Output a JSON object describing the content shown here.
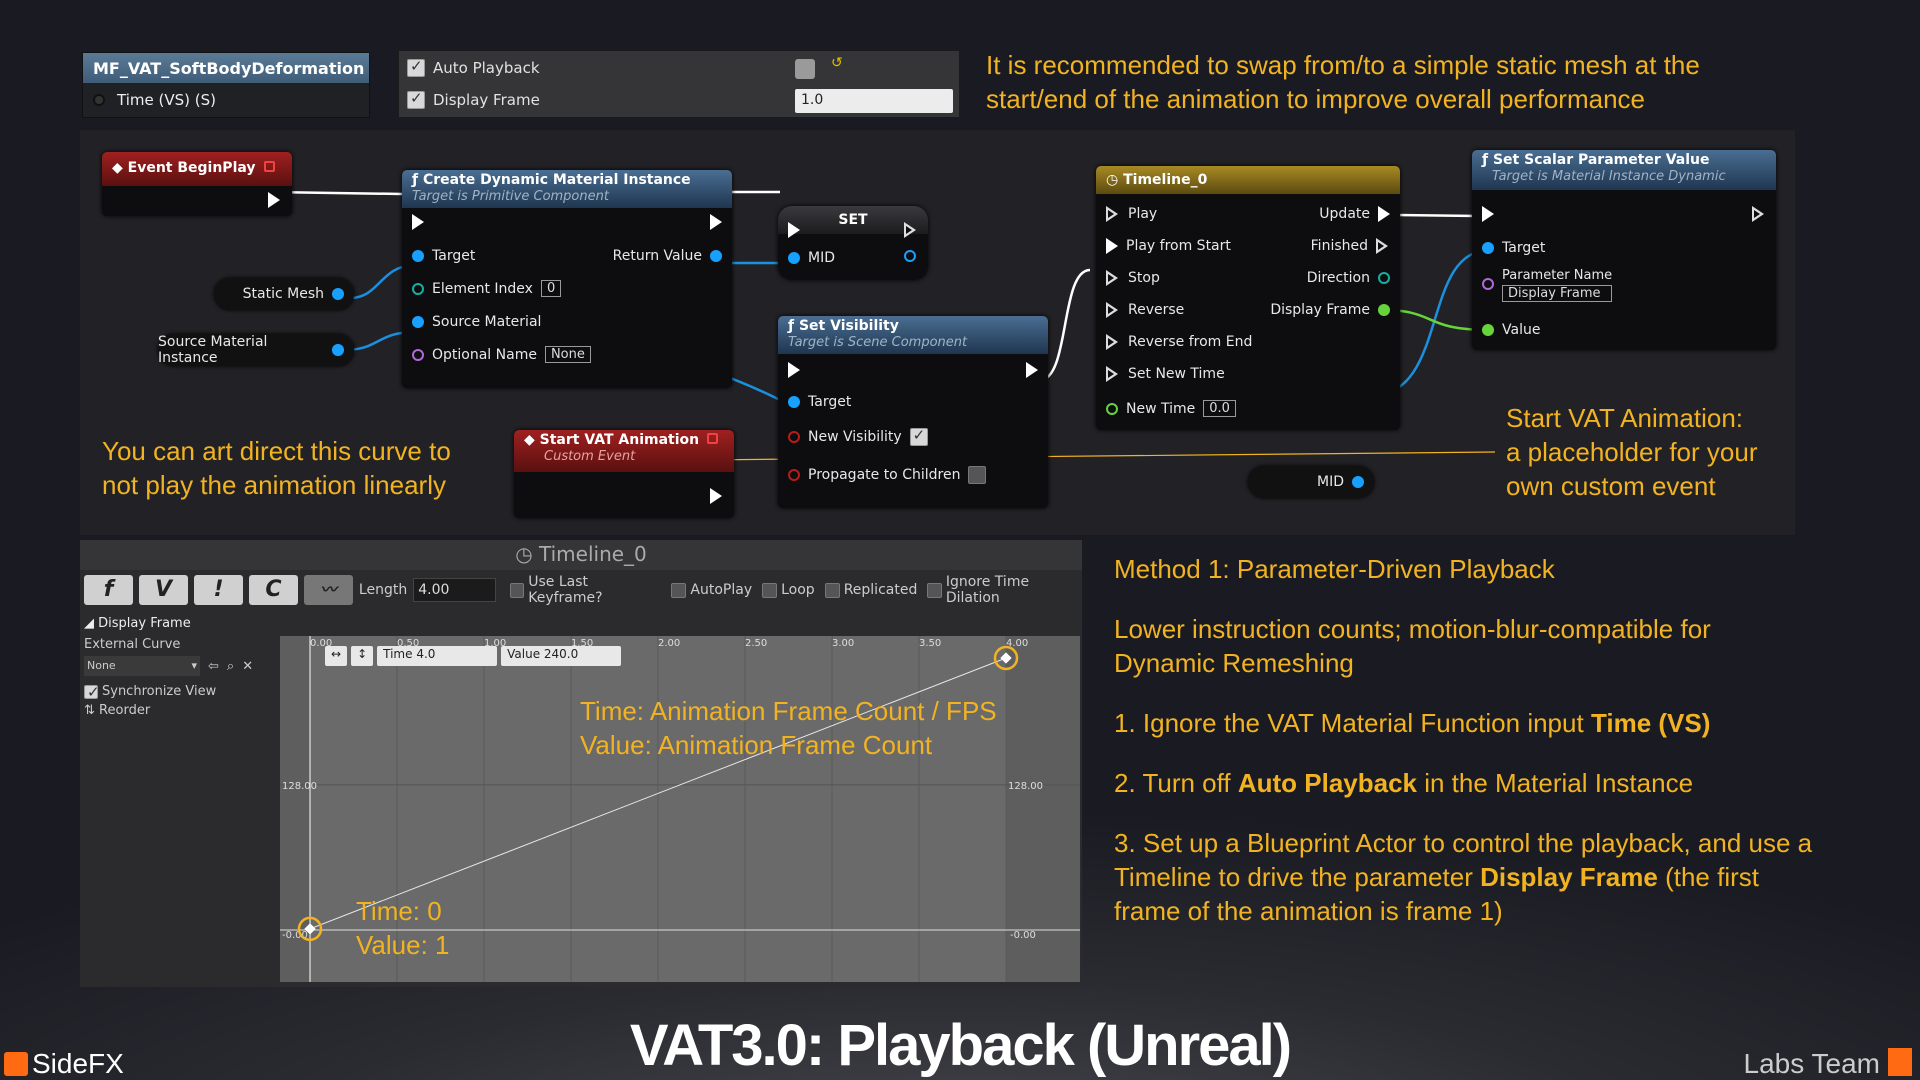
{
  "material_function": {
    "name": "MF_VAT_SoftBodyDeformation",
    "input": "Time (VS) (S)"
  },
  "params": {
    "auto_playback": {
      "label": "Auto Playback",
      "checked": true,
      "override": false
    },
    "display_frame": {
      "label": "Display Frame",
      "checked": true,
      "value": "1.0"
    }
  },
  "notes": {
    "top": [
      "It is recommended to swap from/to a simple static mesh at the",
      "start/end of the animation to improve overall performance"
    ],
    "curve": [
      "You can art direct this curve to",
      "not play the animation linearly"
    ],
    "custom": [
      "Start VAT Animation:",
      "a placeholder for your",
      "own custom event"
    ],
    "curve_info": [
      "Time: Animation Frame Count / FPS",
      "Value: Animation Frame Count"
    ],
    "key0": [
      "Time: 0",
      "Value: 1"
    ]
  },
  "graph": {
    "begin_play": {
      "title": "Event BeginPlay"
    },
    "create_mid": {
      "title": "Create Dynamic Material Instance",
      "subtitle": "Target is Primitive Component",
      "target": "Target",
      "return_value": "Return Value",
      "element_index": "Element Index",
      "element_index_value": "0",
      "source_material": "Source Material",
      "optional_name": "Optional Name",
      "optional_name_value": "None"
    },
    "static_mesh": "Static Mesh",
    "source_material_instance": "Source Material Instance",
    "set": {
      "title": "SET",
      "mid": "MID"
    },
    "set_visibility": {
      "title": "Set Visibility",
      "subtitle": "Target is Scene Component",
      "target": "Target",
      "new_visibility": "New Visibility",
      "propagate": "Propagate to Children"
    },
    "start_vat": {
      "title": "Start VAT Animation",
      "subtitle": "Custom Event"
    },
    "timeline": {
      "title": "Timeline_0",
      "inputs": [
        "Play",
        "Play from Start",
        "Stop",
        "Reverse",
        "Reverse from End",
        "Set New Time"
      ],
      "new_time": "New Time",
      "new_time_value": "0.0",
      "update": "Update",
      "finished": "Finished",
      "direction": "Direction",
      "display_frame": "Display Frame"
    },
    "set_scalar": {
      "title": "Set Scalar Parameter Value",
      "subtitle": "Target is Material Instance Dynamic",
      "target": "Target",
      "param_name": "Parameter Name",
      "param_name_value": "Display Frame",
      "value": "Value"
    },
    "mid_var": "MID"
  },
  "timeline_editor": {
    "title": "Timeline_0",
    "buttons": [
      "f",
      "V",
      "!",
      "C"
    ],
    "length_label": "Length",
    "length_value": "4.00",
    "options": [
      {
        "label": "Use Last Keyframe?",
        "checked": false
      },
      {
        "label": "AutoPlay",
        "checked": false
      },
      {
        "label": "Loop",
        "checked": false
      },
      {
        "label": "Replicated",
        "checked": false
      },
      {
        "label": "Ignore Time Dilation",
        "checked": false
      }
    ],
    "track": "Display Frame",
    "external_curve": "External Curve",
    "curve_value": "None",
    "sync_view": "Synchronize View",
    "reorder": "Reorder",
    "time_label": "Time",
    "time_value": "4.0",
    "value_label": "Value",
    "value_value": "240.0",
    "x_ticks": [
      "0.00",
      "0.50",
      "1.00",
      "1.50",
      "2.00",
      "2.50",
      "3.00",
      "3.50",
      "4.00"
    ],
    "y_ticks": {
      "top": "",
      "mid": "128.00",
      "bottom": "-0.00"
    },
    "keys": [
      {
        "time": 0,
        "value": 1
      },
      {
        "time": 4.0,
        "value": 240
      }
    ]
  },
  "right": {
    "method": "Method 1: Parameter-Driven Playback",
    "lower": "Lower instruction counts; motion-blur-compatible for Dynamic Remeshing",
    "s1_pre": "1. Ignore the VAT Material Function input ",
    "s1_b": "Time (VS)",
    "s2_pre": "2. Turn off ",
    "s2_b": "Auto Playback",
    "s2_post": " in the Material Instance",
    "s3_pre": "3. Set up a Blueprint Actor to control the playback, and use a Timeline to drive the parameter ",
    "s3_b": "Display Frame",
    "s3_post": " (the first frame of the animation is frame 1)"
  },
  "footer": {
    "title": "VAT3.0: Playback (Unreal)",
    "logo": "SideFX",
    "labs": "Labs Team"
  },
  "colors": {
    "accent": "#f2b322",
    "event": "#8b1a1a",
    "function": "#2e4a66",
    "timeline": "#7a6518"
  }
}
